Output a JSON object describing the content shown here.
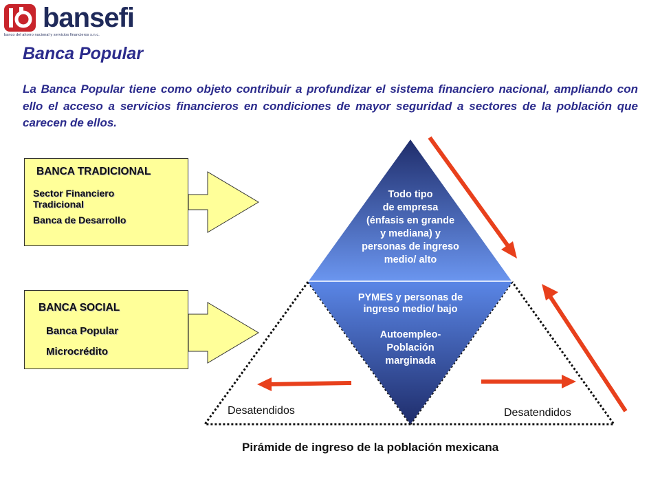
{
  "logo": {
    "brand": "bansefi",
    "tagline": "banco del ahorro nacional y servicios financieros s.n.c."
  },
  "title": "Banca Popular",
  "intro": "La Banca Popular tiene como objeto contribuir a profundizar el sistema financiero nacional, ampliando con ello el acceso a servicios financieros en condiciones de mayor seguridad a sectores de la población que carecen de ellos.",
  "banca_tradicional": {
    "title": "BANCA TRADICIONAL",
    "lines": [
      "Sector Financiero",
      "Tradicional",
      "Banca de Desarrollo"
    ]
  },
  "banca_social": {
    "title": "BANCA SOCIAL",
    "lines": [
      "Banca Popular",
      "Microcrédito"
    ]
  },
  "pyramid": {
    "top": [
      "Todo tipo",
      "de empresa",
      "(énfasis en grande",
      "y mediana) y",
      "personas de ingreso",
      "medio/ alto"
    ],
    "middle": [
      "PYMES y personas de",
      "ingreso medio/ bajo"
    ],
    "bottom": [
      "Autoempleo-",
      "Población",
      "marginada"
    ],
    "left_label": "Desatendidos",
    "right_label": "Desatendidos",
    "caption": "Pirámide de ingreso de la población mexicana"
  },
  "colors": {
    "accent": "#2b2b8c",
    "box_fill": "#ffff99",
    "arrow": "#e8401c",
    "pyramid_dark": "#1f2d6b",
    "pyramid_light": "#5a86e6"
  }
}
